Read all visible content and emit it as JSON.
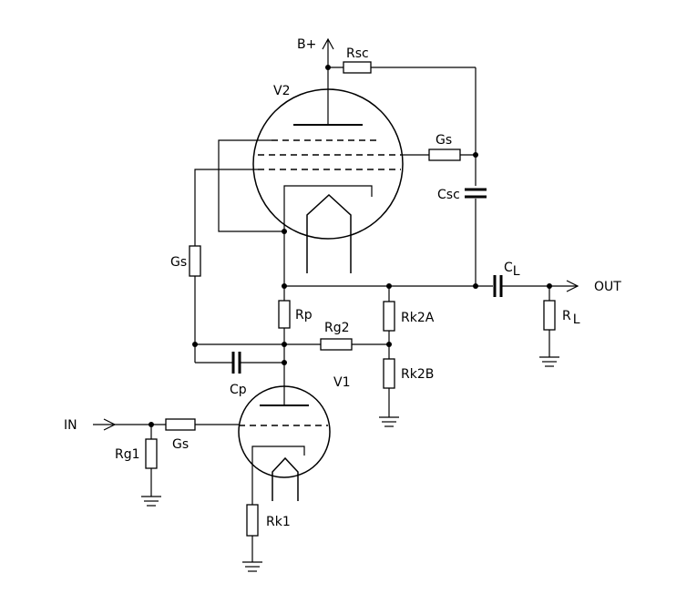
{
  "labels": {
    "bplus": "B+",
    "rsc": "Rsc",
    "v2": "V2",
    "gs_top": "Gs",
    "csc": "Csc",
    "gs_left": "Gs",
    "cl_main": "C",
    "cl_sub": "L",
    "out": "OUT",
    "rp": "Rp",
    "rk2a": "Rk2A",
    "rg2": "Rg2",
    "rl_main": "R",
    "rl_sub": "L",
    "cp": "Cp",
    "v1": "V1",
    "rk2b": "Rk2B",
    "in": "IN",
    "gs_in": "Gs",
    "rg1": "Rg1",
    "rk1": "Rk1"
  }
}
